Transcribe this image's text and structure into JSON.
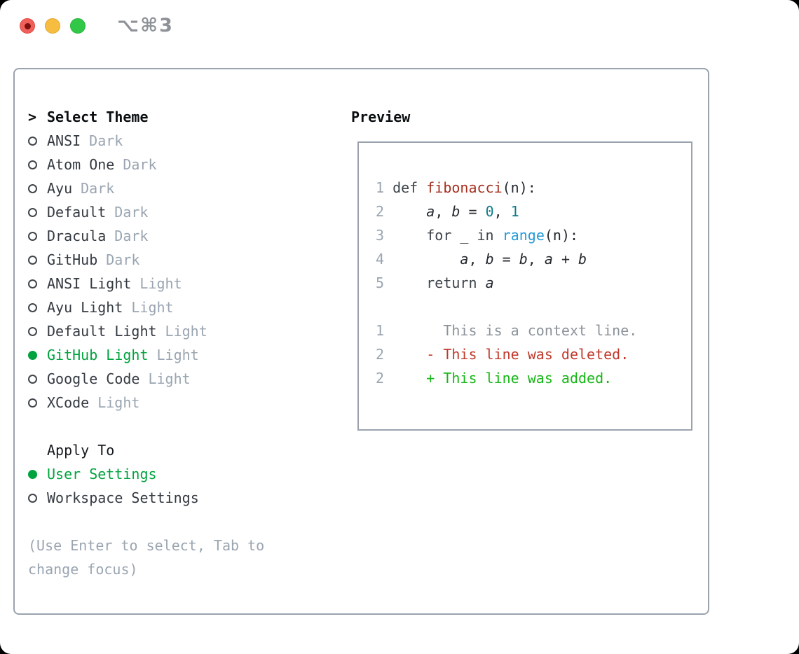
{
  "titlebar": {
    "shortcut_label": "⌥⌘3",
    "buttons": [
      {
        "name": "close",
        "color": "#f0605a"
      },
      {
        "name": "minimize",
        "color": "#f6bd40"
      },
      {
        "name": "maximize",
        "color": "#31c848"
      }
    ]
  },
  "theme_panel": {
    "header": {
      "marker": ">",
      "label": "Select Theme"
    },
    "themes": [
      {
        "name": "ANSI",
        "variant": "Dark",
        "selected": false
      },
      {
        "name": "Atom One",
        "variant": "Dark",
        "selected": false
      },
      {
        "name": "Ayu",
        "variant": "Dark",
        "selected": false
      },
      {
        "name": "Default",
        "variant": "Dark",
        "selected": false
      },
      {
        "name": "Dracula",
        "variant": "Dark",
        "selected": false
      },
      {
        "name": "GitHub",
        "variant": "Dark",
        "selected": false
      },
      {
        "name": "ANSI Light",
        "variant": "Light",
        "selected": false
      },
      {
        "name": "Ayu Light",
        "variant": "Light",
        "selected": false
      },
      {
        "name": "Default Light",
        "variant": "Light",
        "selected": false
      },
      {
        "name": "GitHub Light",
        "variant": "Light",
        "selected": true
      },
      {
        "name": "Google Code",
        "variant": "Light",
        "selected": false
      },
      {
        "name": "XCode",
        "variant": "Light",
        "selected": false
      }
    ],
    "apply_to": {
      "label": "Apply To",
      "options": [
        {
          "name": "User Settings",
          "selected": true
        },
        {
          "name": "Workspace Settings",
          "selected": false
        }
      ]
    },
    "hint_lines": [
      "(Use Enter to select, Tab to",
      "change focus)"
    ]
  },
  "preview": {
    "heading": "Preview",
    "lines": [
      [
        {
          "t": "1",
          "c": "linenum"
        },
        {
          "t": " ",
          "c": "plain"
        },
        {
          "t": "def",
          "c": "keyword"
        },
        {
          "t": " ",
          "c": "plain"
        },
        {
          "t": "fibonacci",
          "c": "function"
        },
        {
          "t": "(n):",
          "c": "plain"
        }
      ],
      [
        {
          "t": "2",
          "c": "linenum"
        },
        {
          "t": "     ",
          "c": "plain"
        },
        {
          "t": "a",
          "c": "var"
        },
        {
          "t": ", ",
          "c": "plain"
        },
        {
          "t": "b",
          "c": "var"
        },
        {
          "t": " = ",
          "c": "plain"
        },
        {
          "t": "0",
          "c": "number"
        },
        {
          "t": ", ",
          "c": "plain"
        },
        {
          "t": "1",
          "c": "number"
        }
      ],
      [
        {
          "t": "3",
          "c": "linenum"
        },
        {
          "t": "     ",
          "c": "plain"
        },
        {
          "t": "for",
          "c": "keyword"
        },
        {
          "t": " _ ",
          "c": "plain"
        },
        {
          "t": "in",
          "c": "keyword"
        },
        {
          "t": " ",
          "c": "plain"
        },
        {
          "t": "range",
          "c": "builtin"
        },
        {
          "t": "(n):",
          "c": "plain"
        }
      ],
      [
        {
          "t": "4",
          "c": "linenum"
        },
        {
          "t": "         ",
          "c": "plain"
        },
        {
          "t": "a",
          "c": "var"
        },
        {
          "t": ", ",
          "c": "plain"
        },
        {
          "t": "b",
          "c": "var"
        },
        {
          "t": " = ",
          "c": "plain"
        },
        {
          "t": "b",
          "c": "var"
        },
        {
          "t": ", ",
          "c": "plain"
        },
        {
          "t": "a",
          "c": "var"
        },
        {
          "t": " + ",
          "c": "plain"
        },
        {
          "t": "b",
          "c": "var"
        }
      ],
      [
        {
          "t": "5",
          "c": "linenum"
        },
        {
          "t": "     ",
          "c": "plain"
        },
        {
          "t": "return",
          "c": "keyword"
        },
        {
          "t": " ",
          "c": "plain"
        },
        {
          "t": "a",
          "c": "var"
        }
      ],
      [],
      [
        {
          "t": "1",
          "c": "linenum"
        },
        {
          "t": "       This is a context line.",
          "c": "context"
        }
      ],
      [
        {
          "t": "2",
          "c": "linenum"
        },
        {
          "t": "     - This line was deleted.",
          "c": "deleted"
        }
      ],
      [
        {
          "t": "2",
          "c": "linenum"
        },
        {
          "t": "     + This line was added.",
          "c": "added"
        }
      ]
    ]
  },
  "colors": {
    "panel_border": "#9aa3ad",
    "text_dark": "#343a41",
    "text_muted": "#9aa5b1",
    "accent_green": "#00a33e",
    "diff_added_green": "#16b616",
    "diff_deleted_red": "#c0392b",
    "syntax_function_red": "#a6301f",
    "syntax_number_teal": "#0f7b8a",
    "syntax_builtin_blue": "#249bd8",
    "titlebar_text": "#8e9298"
  }
}
